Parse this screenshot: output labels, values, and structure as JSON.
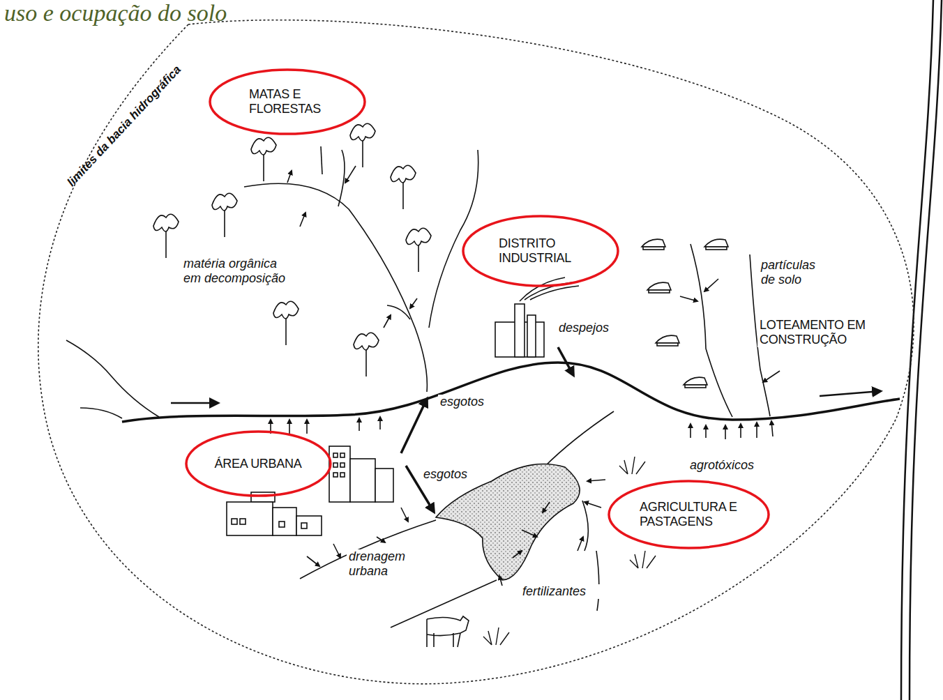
{
  "diagram": {
    "title": "uso e ocupação do solo",
    "nodes": [
      {
        "text": [
          "MATAS E FLORESTAS"
        ]
      },
      {
        "text": [
          "DISTRITO INDUSTRIAL"
        ]
      },
      {
        "text": [
          "ÁREA URBANA"
        ]
      },
      {
        "text": [
          "AGRICULTURA E PASTAGENS"
        ]
      }
    ],
    "labels": [
      "limites da bacia hidrográfica",
      "matéria orgânica em decomposição",
      "despejos",
      "partículas de solo",
      "LOTEAMENTO EM CONSTRUÇÃO",
      "esgotos",
      "esgotos",
      "agrotóxicos",
      "drenagem urbana",
      "fertilizantes"
    ]
  }
}
